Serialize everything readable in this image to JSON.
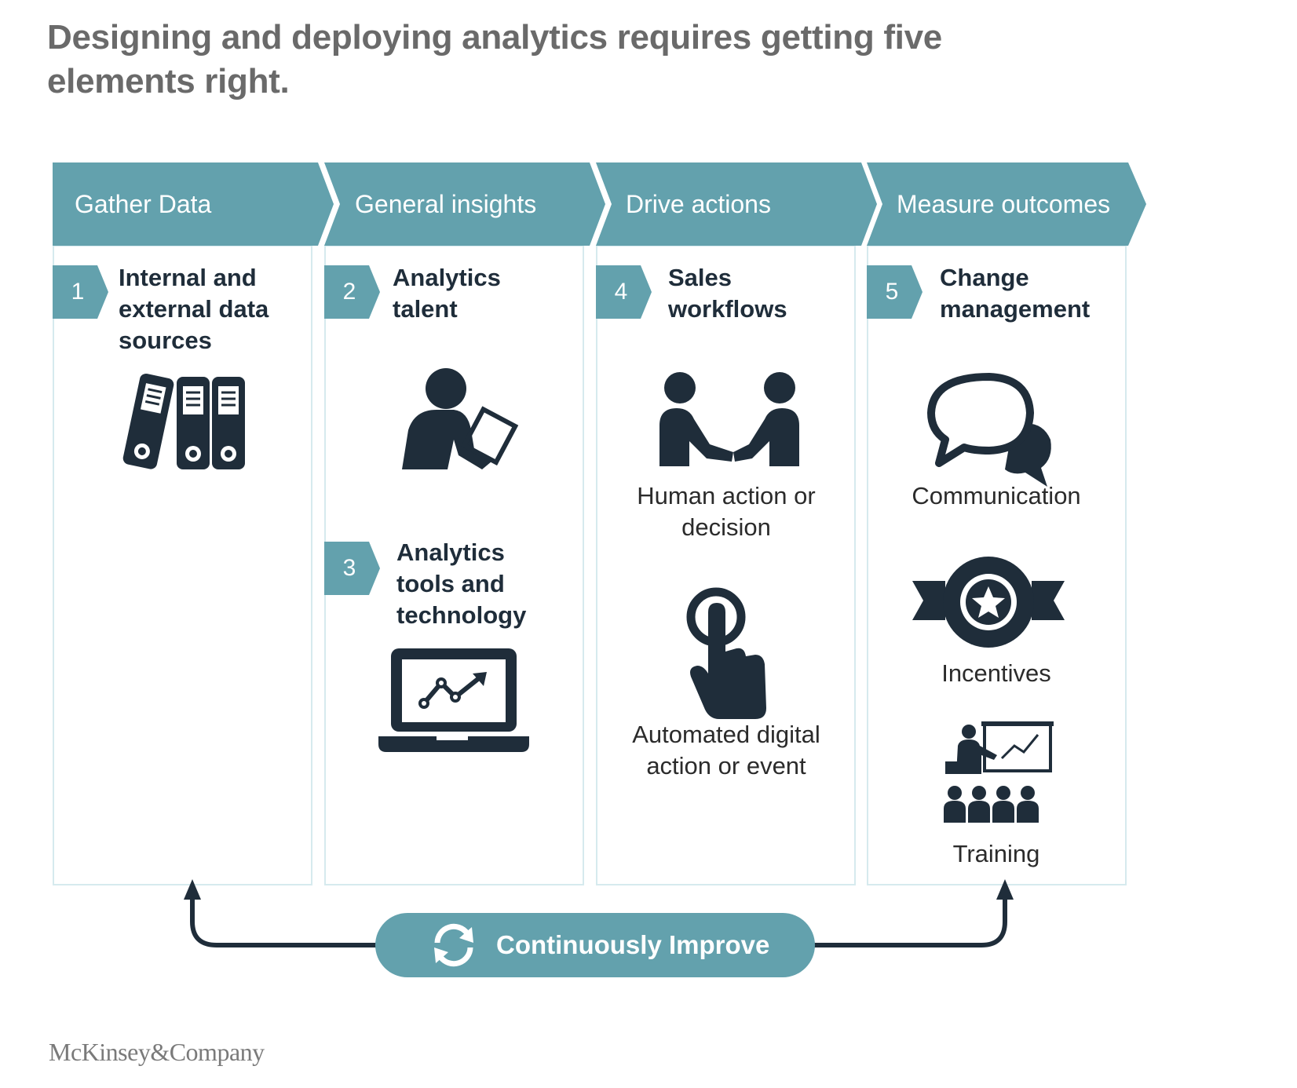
{
  "title": "Designing and deploying analytics requires getting five elements right.",
  "colors": {
    "accent": "#63a1ad",
    "icon": "#1f2d3a",
    "border": "#d6eaee"
  },
  "phases": [
    {
      "label": "Gather Data"
    },
    {
      "label": "General insights"
    },
    {
      "label": "Drive actions"
    },
    {
      "label": "Measure outcomes"
    }
  ],
  "elements": [
    {
      "number": "1",
      "title": "Internal and\nexternal data\nsources",
      "icon": "binders-icon"
    },
    {
      "number": "2",
      "title": "Analytics\ntalent",
      "icon": "analyst-icon"
    },
    {
      "number": "3",
      "title": "Analytics\ntools and\ntechnology",
      "icon": "laptop-chart-icon"
    },
    {
      "number": "4",
      "title": "Sales\nworkflows",
      "icon": "handshake-icon"
    },
    {
      "number": "5",
      "title": "Change\nmanagement",
      "icon": "speech-bubbles-icon"
    }
  ],
  "captions": {
    "human": "Human action or\ndecision",
    "automated": "Automated digital\naction or event",
    "communication": "Communication",
    "incentives": "Incentives",
    "training": "Training"
  },
  "loop": {
    "label": "Continuously Improve",
    "icon": "refresh-icon"
  },
  "brand": "McKinsey&Company"
}
